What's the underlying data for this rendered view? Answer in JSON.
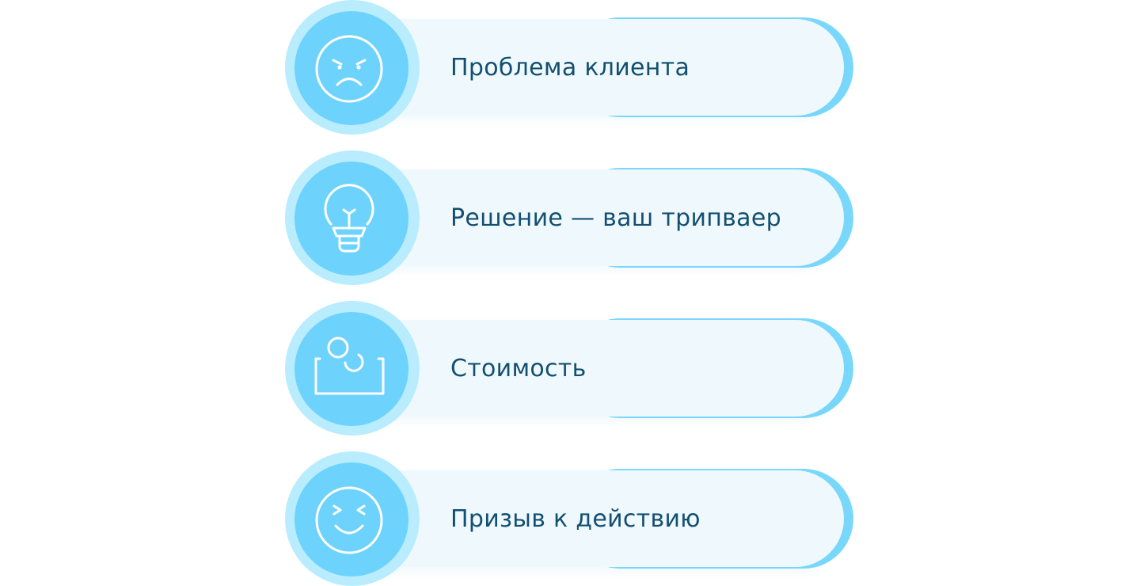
{
  "colors": {
    "circle_outer": "#b9ecfd",
    "circle_inner": "#6dd3fc",
    "pill": "#eff9fd",
    "pill_edge": "#79d8fb",
    "text": "#134f70",
    "icon_stroke": "#ffffff"
  },
  "steps": [
    {
      "label": "Проблема клиента",
      "icon": "angry-face-icon"
    },
    {
      "label": "Решение — ваш трипваер",
      "icon": "lightbulb-icon"
    },
    {
      "label": "Стоимость",
      "icon": "coin-wallet-icon"
    },
    {
      "label": "Призыв к действию",
      "icon": "happy-face-icon"
    }
  ]
}
